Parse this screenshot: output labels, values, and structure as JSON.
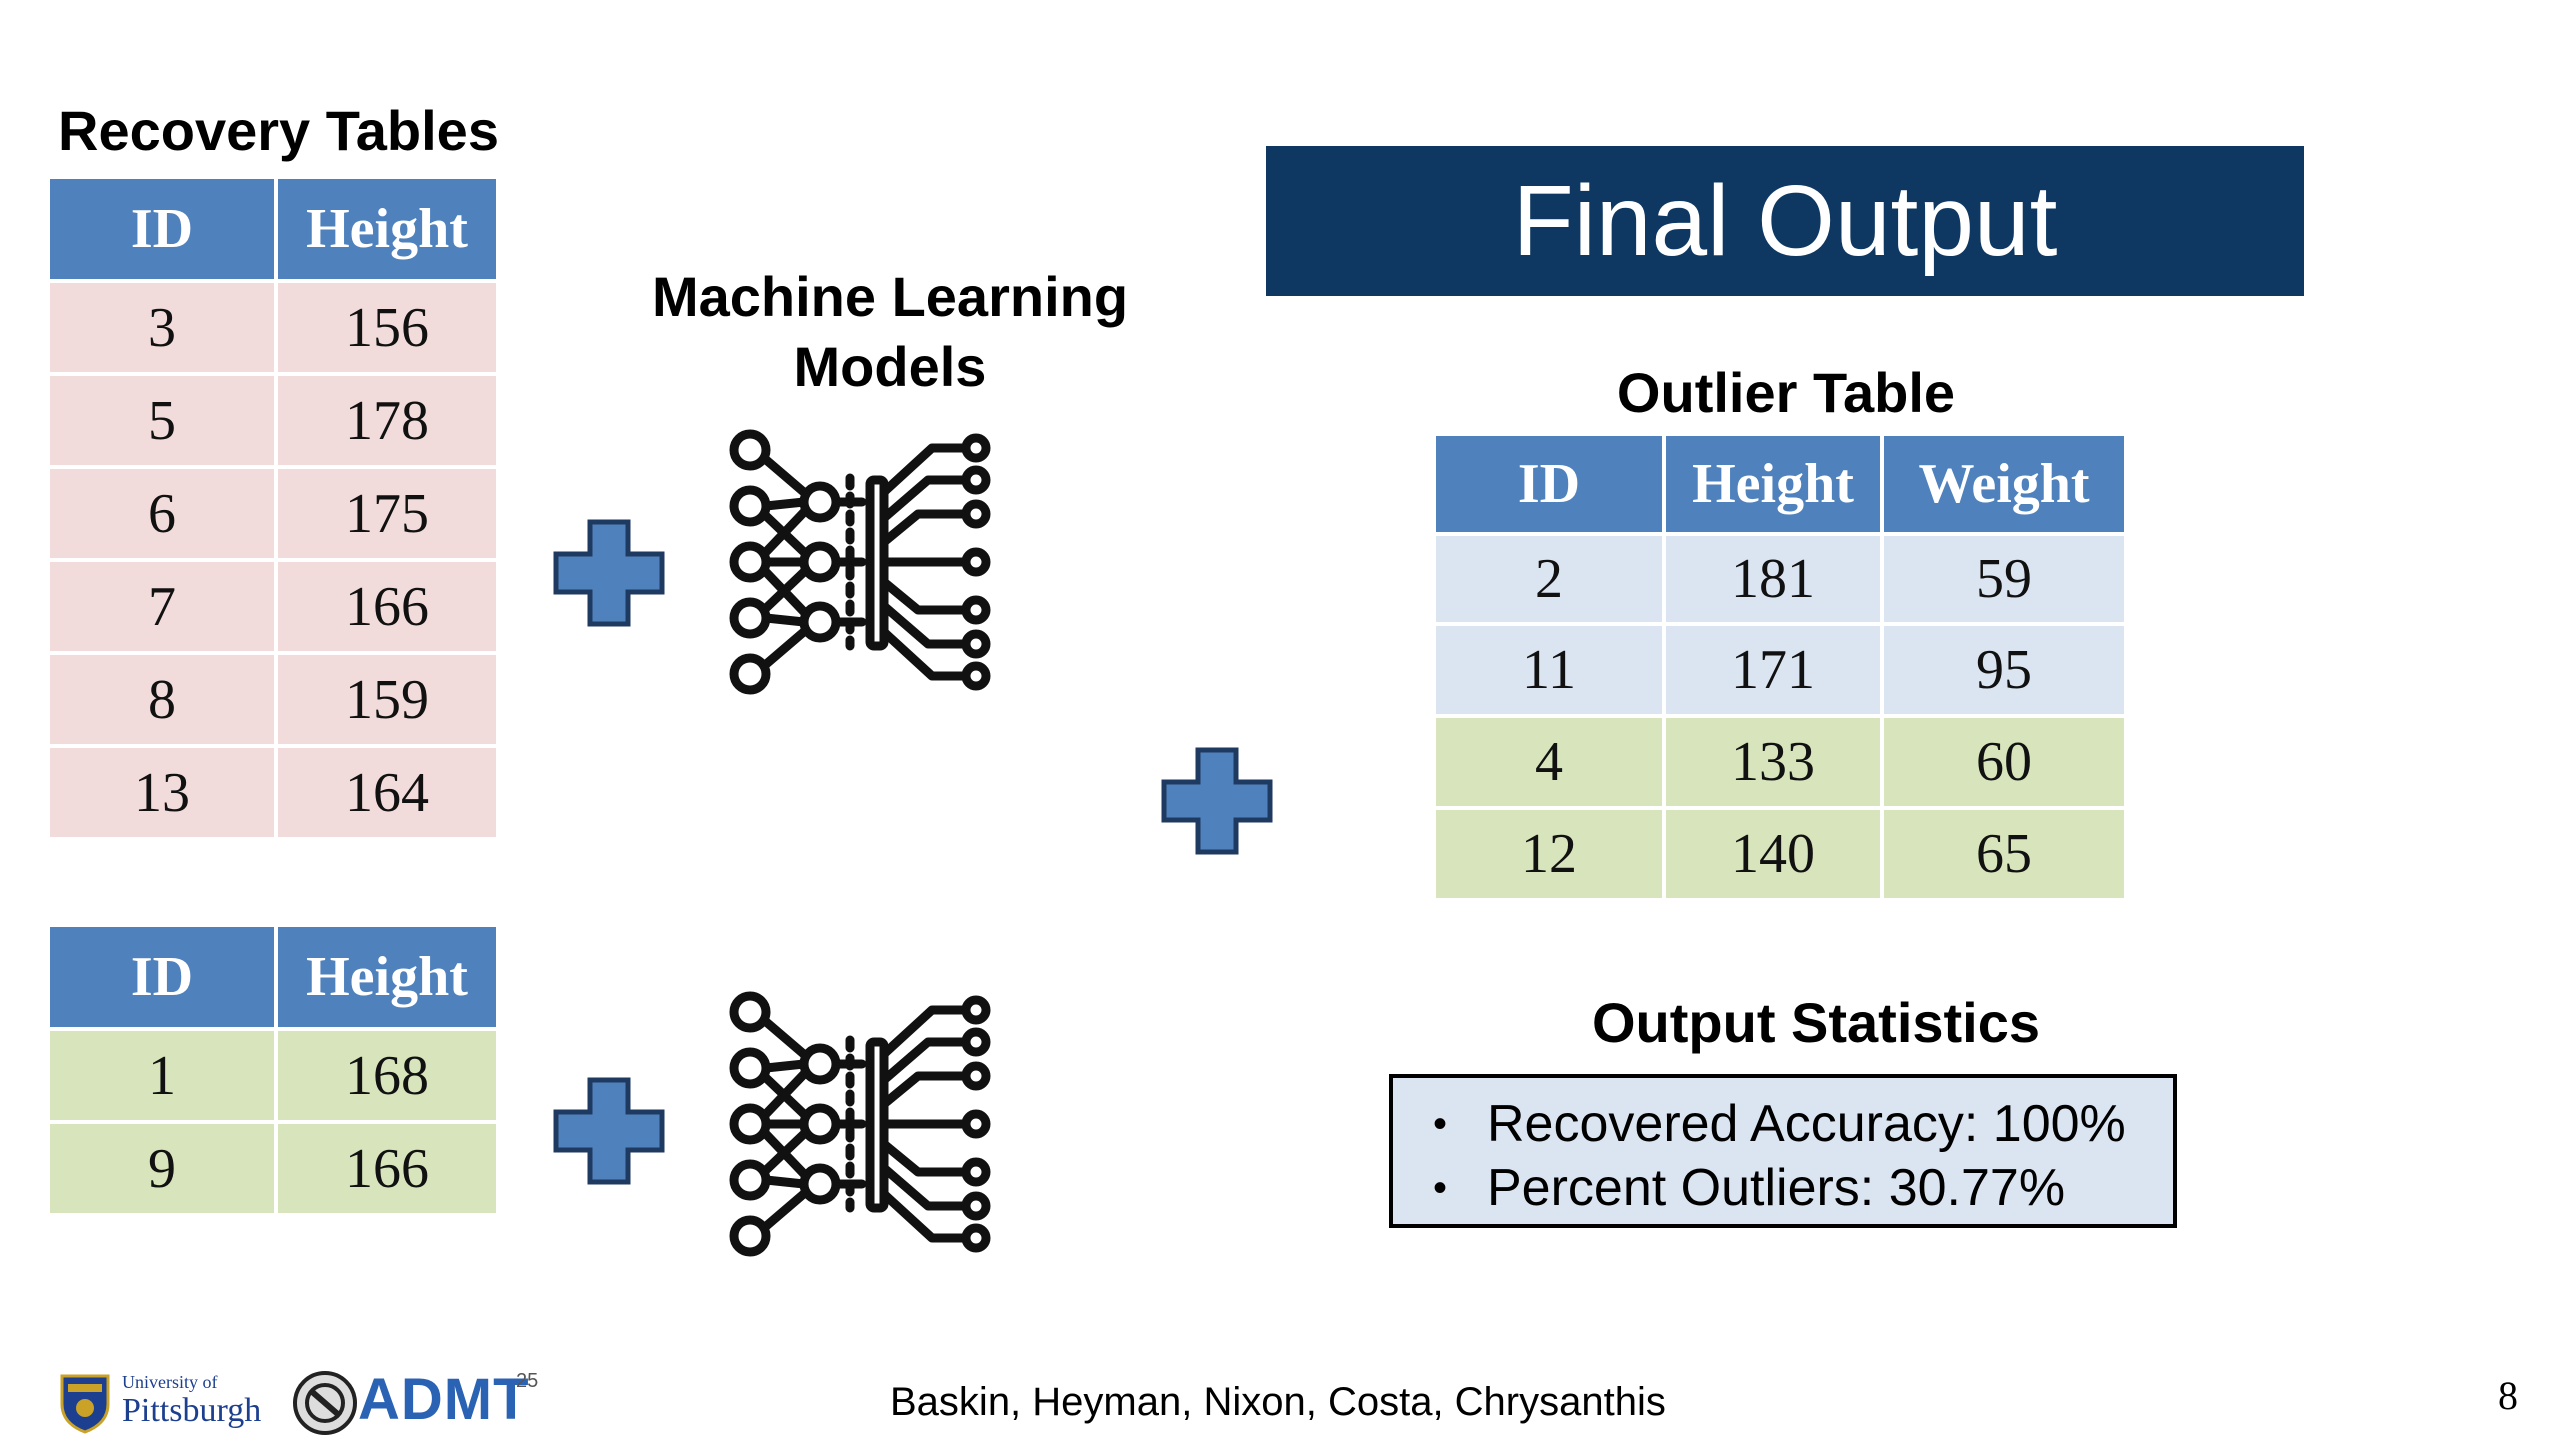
{
  "recovery": {
    "title": "Recovery Tables",
    "table1": {
      "headers": [
        "ID",
        "Height"
      ],
      "rows": [
        [
          "3",
          "156"
        ],
        [
          "5",
          "178"
        ],
        [
          "6",
          "175"
        ],
        [
          "7",
          "166"
        ],
        [
          "8",
          "159"
        ],
        [
          "13",
          "164"
        ]
      ]
    },
    "table2": {
      "headers": [
        "ID",
        "Height"
      ],
      "rows": [
        [
          "1",
          "168"
        ],
        [
          "9",
          "166"
        ]
      ]
    }
  },
  "ml": {
    "title_line1": "Machine Learning",
    "title_line2": "Models"
  },
  "final": {
    "banner": "Final Output"
  },
  "outlier": {
    "title": "Outlier Table",
    "headers": [
      "ID",
      "Height",
      "Weight"
    ],
    "rows_blue": [
      [
        "2",
        "181",
        "59"
      ],
      [
        "11",
        "171",
        "95"
      ]
    ],
    "rows_green": [
      [
        "4",
        "133",
        "60"
      ],
      [
        "12",
        "140",
        "65"
      ]
    ]
  },
  "stats": {
    "title": "Output Statistics",
    "items": [
      "Recovered Accuracy: 100%",
      "Percent Outliers: 30.77%"
    ]
  },
  "footer": {
    "authors": "Baskin, Heyman, Nixon, Costa, Chrysanthis",
    "page": "8",
    "pitt_line1": "University of",
    "pitt_line2": "Pittsburgh",
    "admt": "ADMT",
    "admt_sup": "25"
  },
  "colors": {
    "header_blue": "#4f81bd",
    "pink": "#f2dcdb",
    "light_blue": "#dbe5f1",
    "green": "#d7e4bc",
    "navy": "#0e3862",
    "plus_fill": "#4f81bd",
    "plus_stroke": "#1f3a60"
  }
}
